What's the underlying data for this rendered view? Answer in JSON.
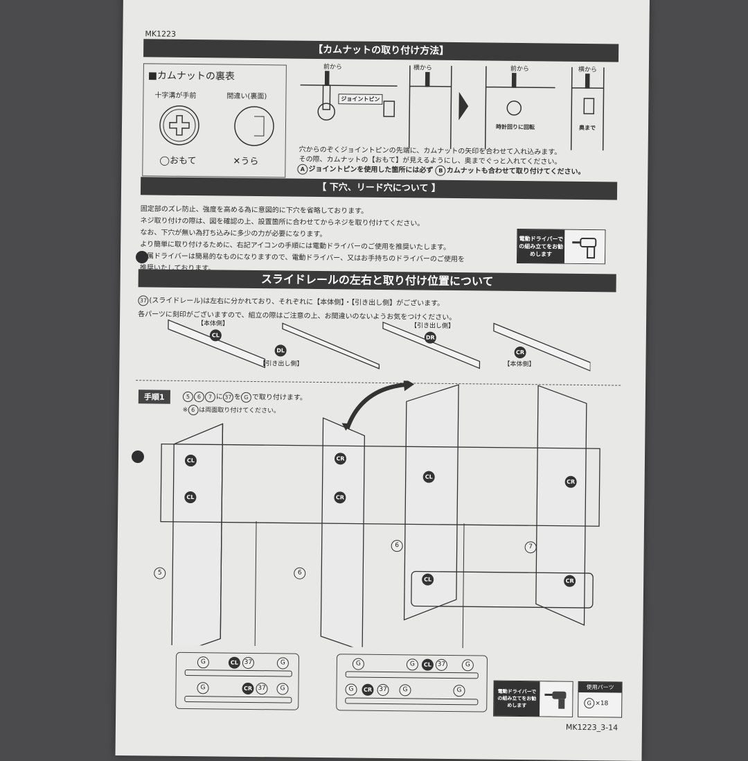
{
  "doc_code": "MK1223",
  "page_code": "MK1223_3-14",
  "section1": {
    "title": "【カムナットの取り付け方法】",
    "box_title": "■カムナットの裏表",
    "correct_caption": "十字溝が手前",
    "wrong_caption": "間違い(裏面)",
    "correct_label": "おもて",
    "wrong_label": "うら",
    "views": [
      "前から",
      "横から",
      "前から",
      "横から"
    ],
    "joint_pin_label": "ジョイントピン",
    "rotate_label": "時計回りに回転",
    "depth_label": "奥まで",
    "lines": [
      "穴からのぞくジョイントピンの先端に、カムナットの矢印を合わせて入れ込みます。",
      "その際、カムナットの【おもて】が見えるようにし、奥までぐっと入れてください。"
    ],
    "note_a_marker": "A",
    "note_a": "ジョイントピンを使用した箇所には必ず",
    "note_b_marker": "B",
    "note_b": "カムナットも合わせて取り付けてください。"
  },
  "section2": {
    "title": "【 下穴、リード穴について 】",
    "lines": [
      "固定部のズレ防止、強度を高める為に意図的に下穴を省略しております。",
      "ネジ取り付けの際は、図を確認の上、設置箇所に合わせてからネジを取り付けてください。",
      "なお、下穴が無い為打ち込みに多少の力が必要になります。",
      "より簡単に取り付けるために、右記アイコンの手順には電動ドライバーのご使用を推奨いたします。",
      "付属ドライバーは簡易的なものになりますので、電動ドライバー、又はお手持ちのドライバーのご使用を",
      "推奨いたしております。"
    ],
    "drill_badge": "電動ドライバーでの組み立てをお勧めします"
  },
  "section3": {
    "title": "スライドレールの左右と取り付け位置について",
    "part_number": "37",
    "line1": "(スライドレール)は左右に分かれており、それぞれに【本体側】・【引き出し側】がございます。",
    "line2": "各パーツに刻印がございますので、組立の際はご注意の上、お間違いのないようお気をつけください。",
    "rails": [
      {
        "code": "CL",
        "side": "【本体側】"
      },
      {
        "code": "DL",
        "side": "【引き出し側】"
      },
      {
        "code": "DR",
        "side": "【引き出し側】"
      },
      {
        "code": "CR",
        "side": "【本体側】"
      }
    ]
  },
  "step1": {
    "label": "手順1",
    "parts": [
      "5",
      "6",
      "7"
    ],
    "ni": "に",
    "rail": "37",
    "wo": "を",
    "screw": "G",
    "instruction": "で取り付けます。",
    "note_prefix": "※",
    "note_part": "6",
    "note": "は両面取り付けてください。",
    "panel_labels": [
      "5",
      "6",
      "6",
      "7"
    ],
    "rail_codes": [
      "CL",
      "CL",
      "CR",
      "CR",
      "CL",
      "CR",
      "CL",
      "CR"
    ],
    "screw_code": "G",
    "detail_rail_number": "37",
    "drill_badge": "電動ドライバーでの組み立てをお勧めします",
    "parts_used_title": "使用パーツ",
    "parts_used_code": "G",
    "parts_used_qty": "×18"
  }
}
